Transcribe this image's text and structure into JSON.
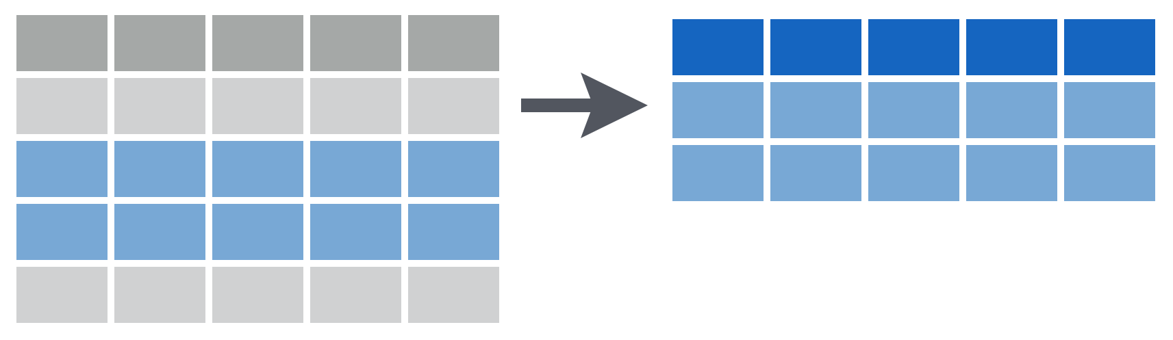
{
  "colors": {
    "header_source": "#a5a8a7",
    "row_unselected": "#d0d1d2",
    "row_selected": "#78a8d5",
    "header_result": "#1565c0",
    "arrow": "#52565f"
  },
  "source_table": {
    "columns": 5,
    "rows": [
      "header",
      "unselected",
      "selected",
      "selected",
      "unselected"
    ]
  },
  "arrow": {
    "icon": "right-arrow-icon"
  },
  "result_table": {
    "columns": 5,
    "rows": [
      "header",
      "selected",
      "selected"
    ]
  }
}
